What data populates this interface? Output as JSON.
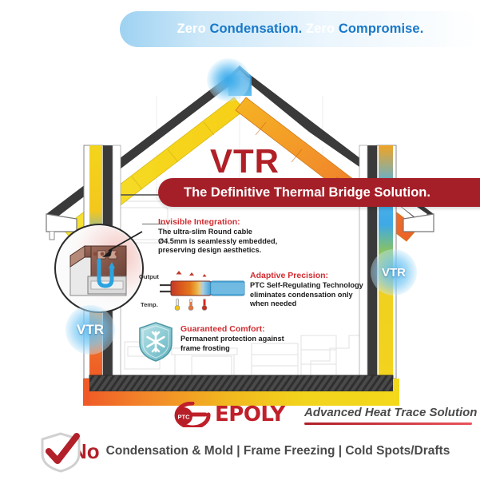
{
  "banner": {
    "part1": "Zero ",
    "part2": "Condensation. ",
    "part3": "Zero ",
    "part4": "Compromise."
  },
  "hero": {
    "vtr_label": "VTR",
    "ribbon_text": "The Definitive Thermal Bridge Solution."
  },
  "callouts": [
    {
      "id": "invisible-integration",
      "title": "Invisible Integration:",
      "line1": "The ultra-slim Round cable",
      "line2": "Ø4.5mm is seamlessly embedded,",
      "line3": "preserving design aesthetics."
    },
    {
      "id": "adaptive-precision",
      "title": "Adaptive Precision:",
      "line1": "PTC Self-Regulating Technology",
      "line2": "eliminates condensation only",
      "line3": "when needed"
    },
    {
      "id": "guaranteed-comfort",
      "title": "Guaranteed Comfort:",
      "line1": "Permanent protection against",
      "line2": "frame frosting",
      "line3": ""
    }
  ],
  "ptc_diagram": {
    "output_label": "Output",
    "temp_label": "Temp."
  },
  "badges": {
    "left": "VTR",
    "right": "VTR"
  },
  "logo": {
    "mark_text": "PTC",
    "wordmark": "EPOLY",
    "tagline": "Advanced Heat Trace Solution"
  },
  "claim": {
    "no": "No",
    "rest": "Condensation & Mold | Frame Freezing | Cold Spots/Drafts"
  },
  "colors": {
    "brand_red": "#b02026",
    "ribbon_red": "#a51f28",
    "banner_blue": "#1878c8",
    "callout_red": "#d12b30",
    "warm_yellow": "#f2d21c",
    "warm_orange": "#f07020",
    "cool_blue": "#4fb4ea",
    "slate": "#4a4a4a"
  }
}
